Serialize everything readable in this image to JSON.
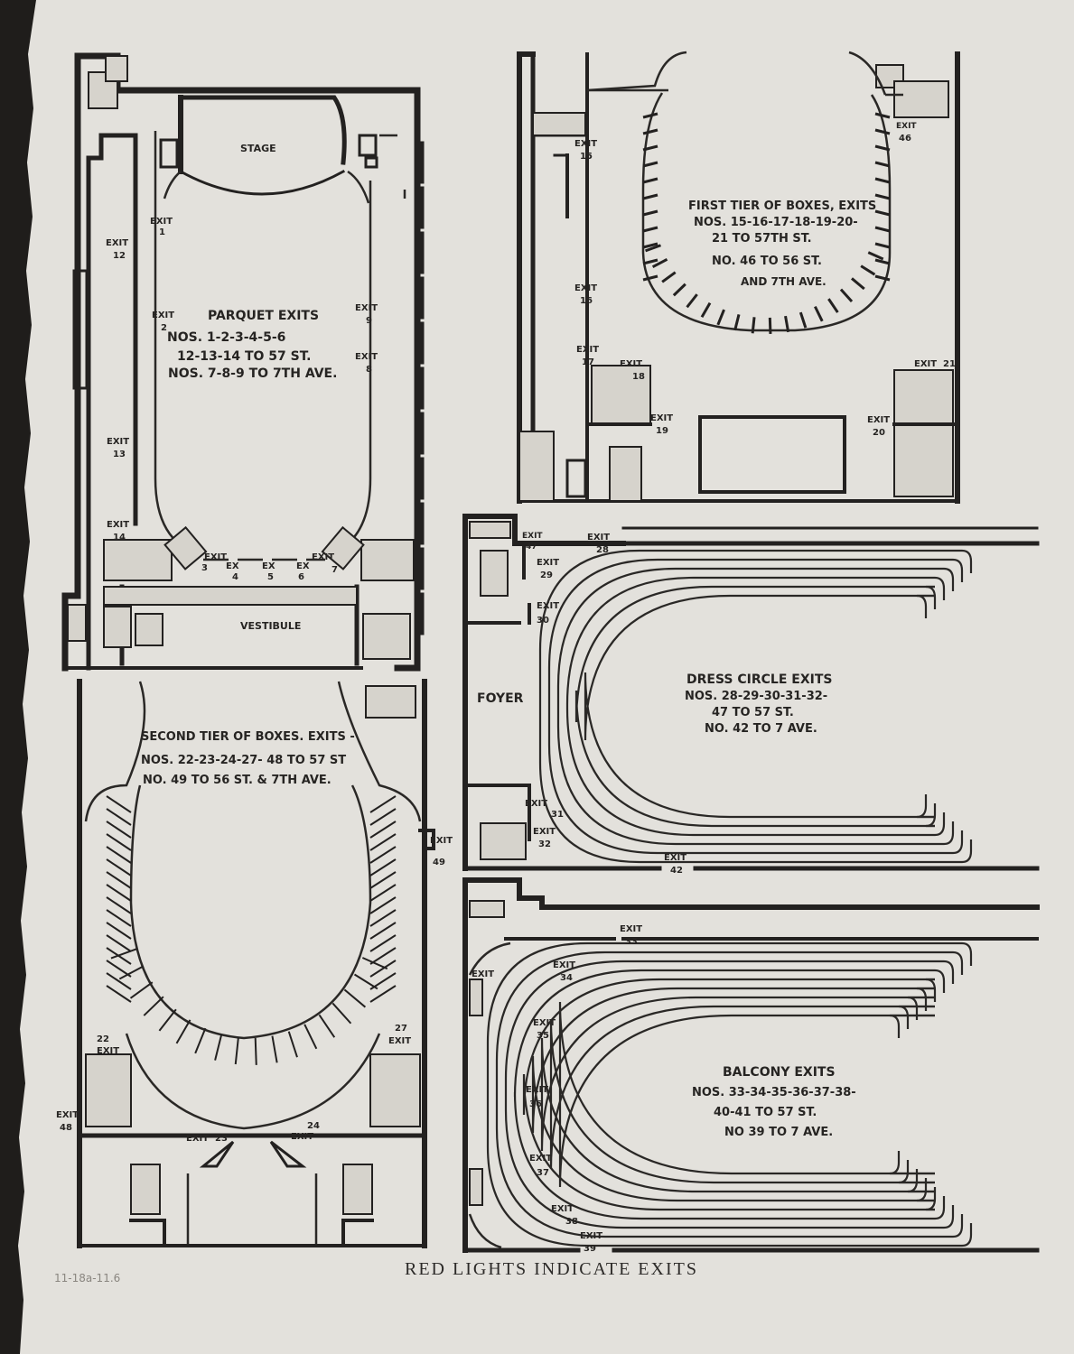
{
  "footer": {
    "text": "RED LIGHTS INDICATE EXITS"
  },
  "pencil_note": "11-18a-11.6",
  "colors": {
    "paper": "#e3e1dc",
    "ink": "#232120",
    "background": "#1f1d1b"
  },
  "plans": {
    "parquet": {
      "stage": "STAGE",
      "vestibule": "VESTIBULE",
      "caption": [
        "PARQUET EXITS",
        "NOS. 1-2-3-4-5-6",
        "12-13-14 TO 57 ST.",
        "NOS. 7-8-9 TO 7TH AVE."
      ],
      "exit_word": "EXIT",
      "ex_word": "EX",
      "exits": [
        "1",
        "2",
        "3",
        "4",
        "5",
        "6",
        "7",
        "8",
        "9",
        "12",
        "13",
        "14"
      ]
    },
    "first_tier": {
      "caption": [
        "FIRST TIER OF BOXES, EXITS",
        "NOS. 15-16-17-18-19-20-",
        "21 TO 57TH ST.",
        "NO. 46 TO 56 ST.",
        "AND 7TH AVE."
      ],
      "exit_word": "EXIT",
      "exits": [
        "15",
        "16",
        "17",
        "18",
        "19",
        "20",
        "21",
        "46"
      ]
    },
    "dress_circle": {
      "foyer": "FOYER",
      "caption": [
        "DRESS CIRCLE EXITS",
        "NOS. 28-29-30-31-32-",
        "47 TO 57 ST.",
        "NO. 42 TO 7 AVE."
      ],
      "exit_word": "EXIT",
      "exits": [
        "28",
        "29",
        "30",
        "31",
        "32",
        "42",
        "47"
      ]
    },
    "second_tier": {
      "caption": [
        "SECOND TIER OF BOXES. EXITS -",
        "NOS. 22-23-24-27- 48 TO 57 ST",
        "NO. 49 TO 56 ST. & 7TH AVE."
      ],
      "exit_word": "EXIT",
      "exits": [
        "22",
        "23",
        "24",
        "27",
        "48",
        "49"
      ]
    },
    "balcony": {
      "caption": [
        "BALCONY EXITS",
        "NOS. 33-34-35-36-37-38-",
        "40-41 TO 57 ST.",
        "NO 39 TO 7 AVE."
      ],
      "exit_word": "EXIT",
      "exits": [
        "33",
        "34",
        "35",
        "36",
        "37",
        "38",
        "39"
      ]
    }
  }
}
